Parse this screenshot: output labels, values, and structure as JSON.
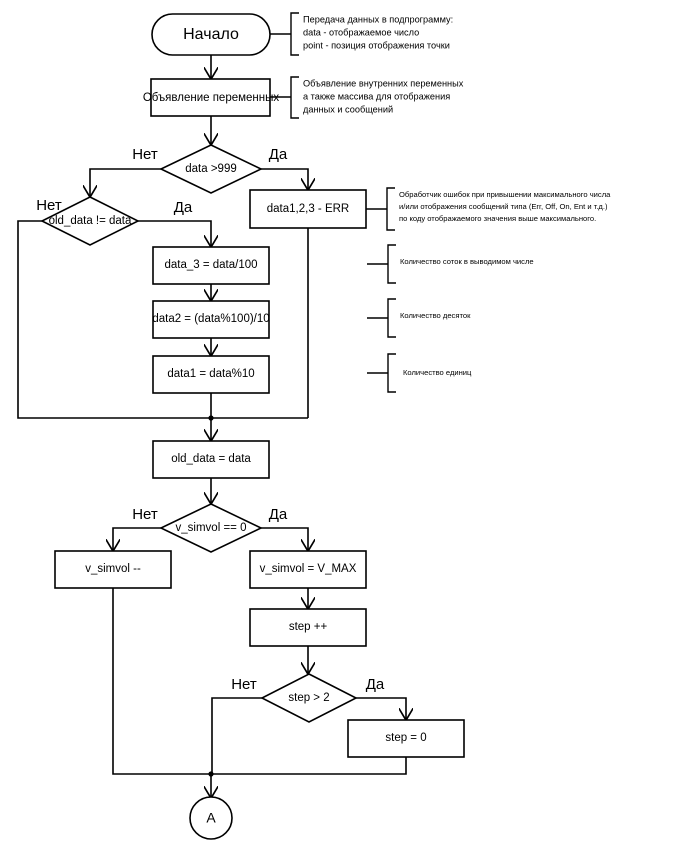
{
  "diagram": {
    "title": "Flowchart - subroutine for number display",
    "language": "ru",
    "colors": {
      "stroke": "#000000",
      "fill": "#ffffff",
      "background": "#ffffff"
    }
  },
  "nodes": {
    "start": {
      "label": "Начало",
      "type": "terminator"
    },
    "declare_vars": {
      "label": "Объявление переменных",
      "type": "process"
    },
    "data_gt_999": {
      "label": "data >999",
      "type": "decision"
    },
    "err_box": {
      "label": "data1,2,3 - ERR",
      "type": "process"
    },
    "old_data_ne_data": {
      "label": "old_data != data",
      "type": "decision"
    },
    "data_3": {
      "label": "data_3 = data/100",
      "type": "process"
    },
    "data_2": {
      "label": "data2 = (data%100)/10",
      "type": "process"
    },
    "data_1": {
      "label": "data1 = data%10",
      "type": "process"
    },
    "old_data_assign": {
      "label": "old_data = data",
      "type": "process"
    },
    "v_simvol_eq_0": {
      "label": "v_simvol == 0",
      "type": "decision"
    },
    "v_simvol_dec": {
      "label": "v_simvol --",
      "type": "process"
    },
    "v_simvol_max": {
      "label": "v_simvol = V_MAX",
      "type": "process"
    },
    "step_inc": {
      "label": "step ++",
      "type": "process"
    },
    "step_gt_2": {
      "label": "step > 2",
      "type": "decision"
    },
    "step_zero": {
      "label": "step = 0",
      "type": "process"
    },
    "connector_a": {
      "label": "A",
      "type": "connector"
    }
  },
  "branch_labels": {
    "data_gt_999_no": "Нет",
    "data_gt_999_yes": "Да",
    "old_data_no": "Нет",
    "old_data_yes": "Да",
    "v_simvol_no": "Нет",
    "v_simvol_yes": "Да",
    "step_no": "Нет",
    "step_yes": "Да"
  },
  "notes": {
    "start_note": {
      "lines": [
        "Передача данных в подпрограмму:",
        "data  - отображаемое число",
        "point - позиция отображения точки"
      ]
    },
    "declare_note": {
      "lines": [
        "Объявление внутренних переменных",
        "а также массива для отображения",
        "данных и сообщений"
      ]
    },
    "err_note": {
      "lines": [
        "Обработчик ошибок при привышении максимального числа",
        "и/или отображения сообщений типа (Err, Off, On, Ent и т.д.)",
        "по коду отображаемого значения выше максимального."
      ]
    },
    "hundreds_note": {
      "lines": [
        "Количество соток в выводимом числе"
      ]
    },
    "tens_note": {
      "lines": [
        "Количество десяток"
      ]
    },
    "units_note": {
      "lines": [
        "Количество единиц"
      ]
    }
  }
}
